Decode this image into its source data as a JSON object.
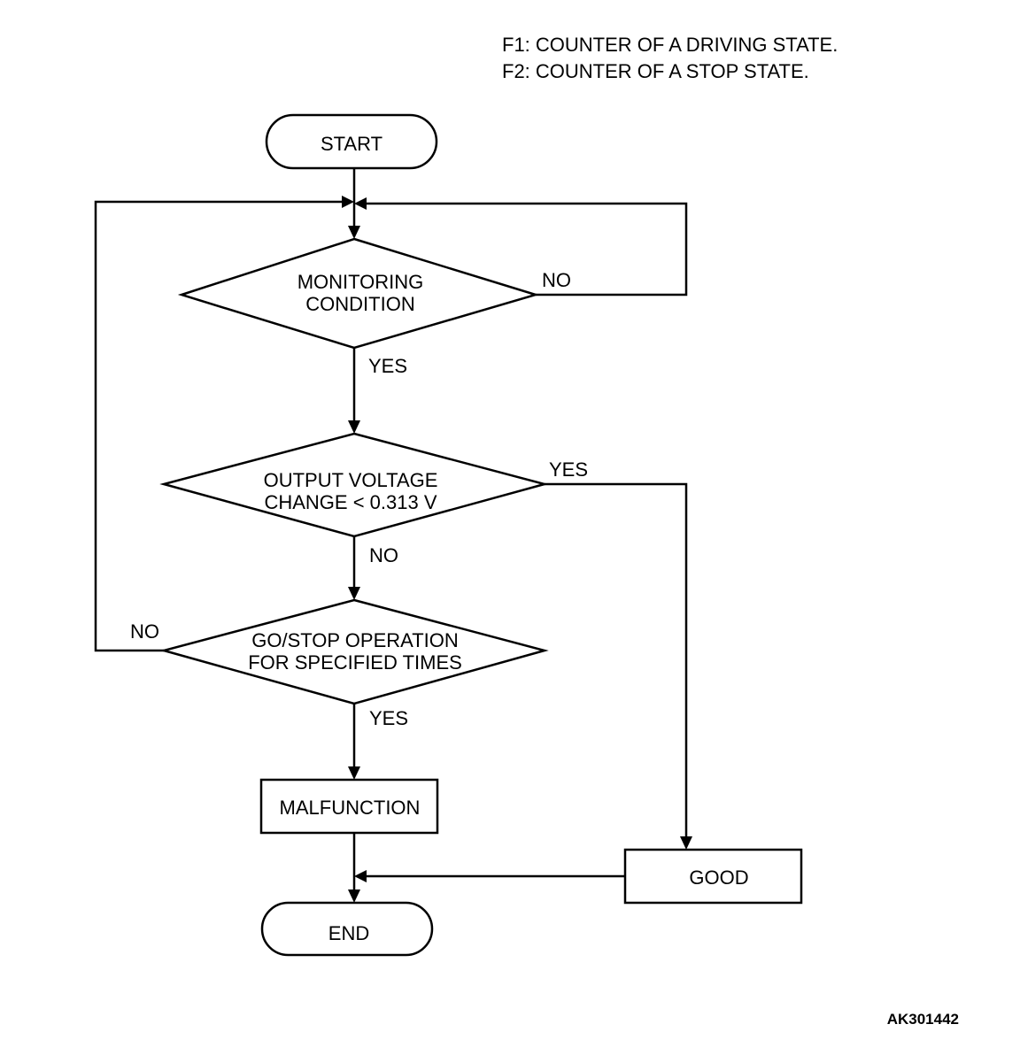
{
  "legend": {
    "line1": "F1: COUNTER OF A DRIVING STATE.",
    "line2": "F2: COUNTER OF A STOP STATE."
  },
  "nodes": {
    "start": "START",
    "monitoring_line1": "MONITORING",
    "monitoring_line2": "CONDITION",
    "voltage_line1": "OUTPUT VOLTAGE",
    "voltage_line2": "CHANGE < 0.313 V",
    "gostop_line1": "GO/STOP OPERATION",
    "gostop_line2": "FOR SPECIFIED TIMES",
    "malfunction": "MALFUNCTION",
    "good": "GOOD",
    "end": "END"
  },
  "edges": {
    "monitoring_no": "NO",
    "monitoring_yes": "YES",
    "voltage_yes": "YES",
    "voltage_no": "NO",
    "gostop_no": "NO",
    "gostop_yes": "YES"
  },
  "figure_id": "AK301442"
}
